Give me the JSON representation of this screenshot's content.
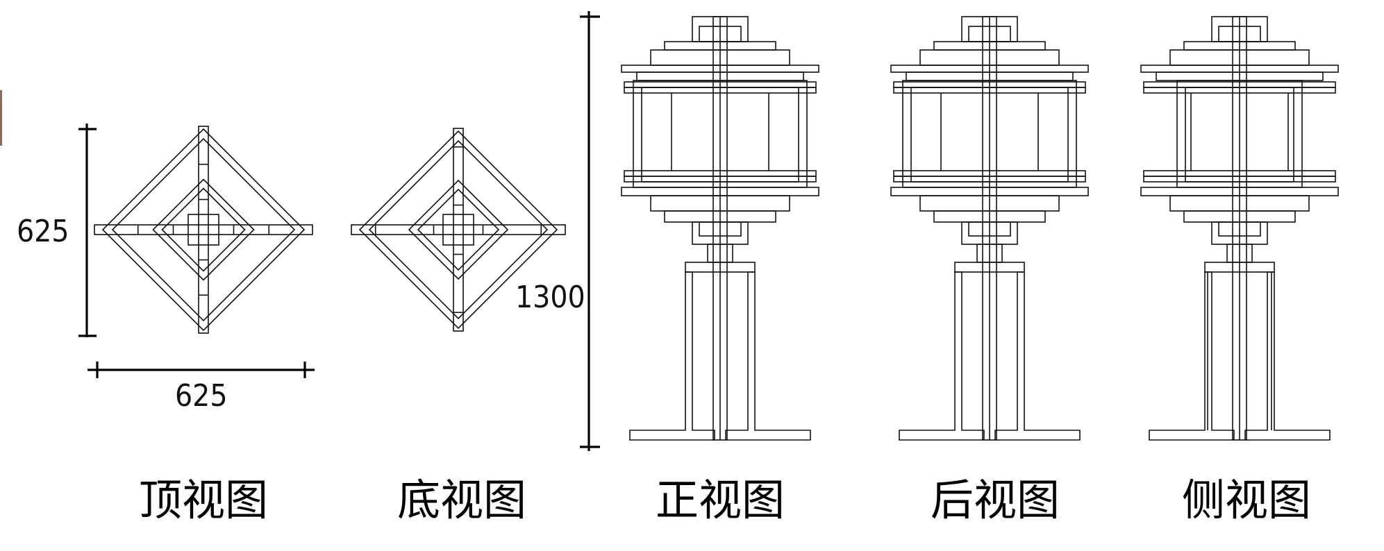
{
  "dimensions": {
    "top_height": "625",
    "top_width": "625",
    "front_height": "1300"
  },
  "views": [
    {
      "label": "顶视图"
    },
    {
      "label": "底视图"
    },
    {
      "label": "正视图"
    },
    {
      "label": "后视图"
    },
    {
      "label": "侧视图"
    }
  ]
}
